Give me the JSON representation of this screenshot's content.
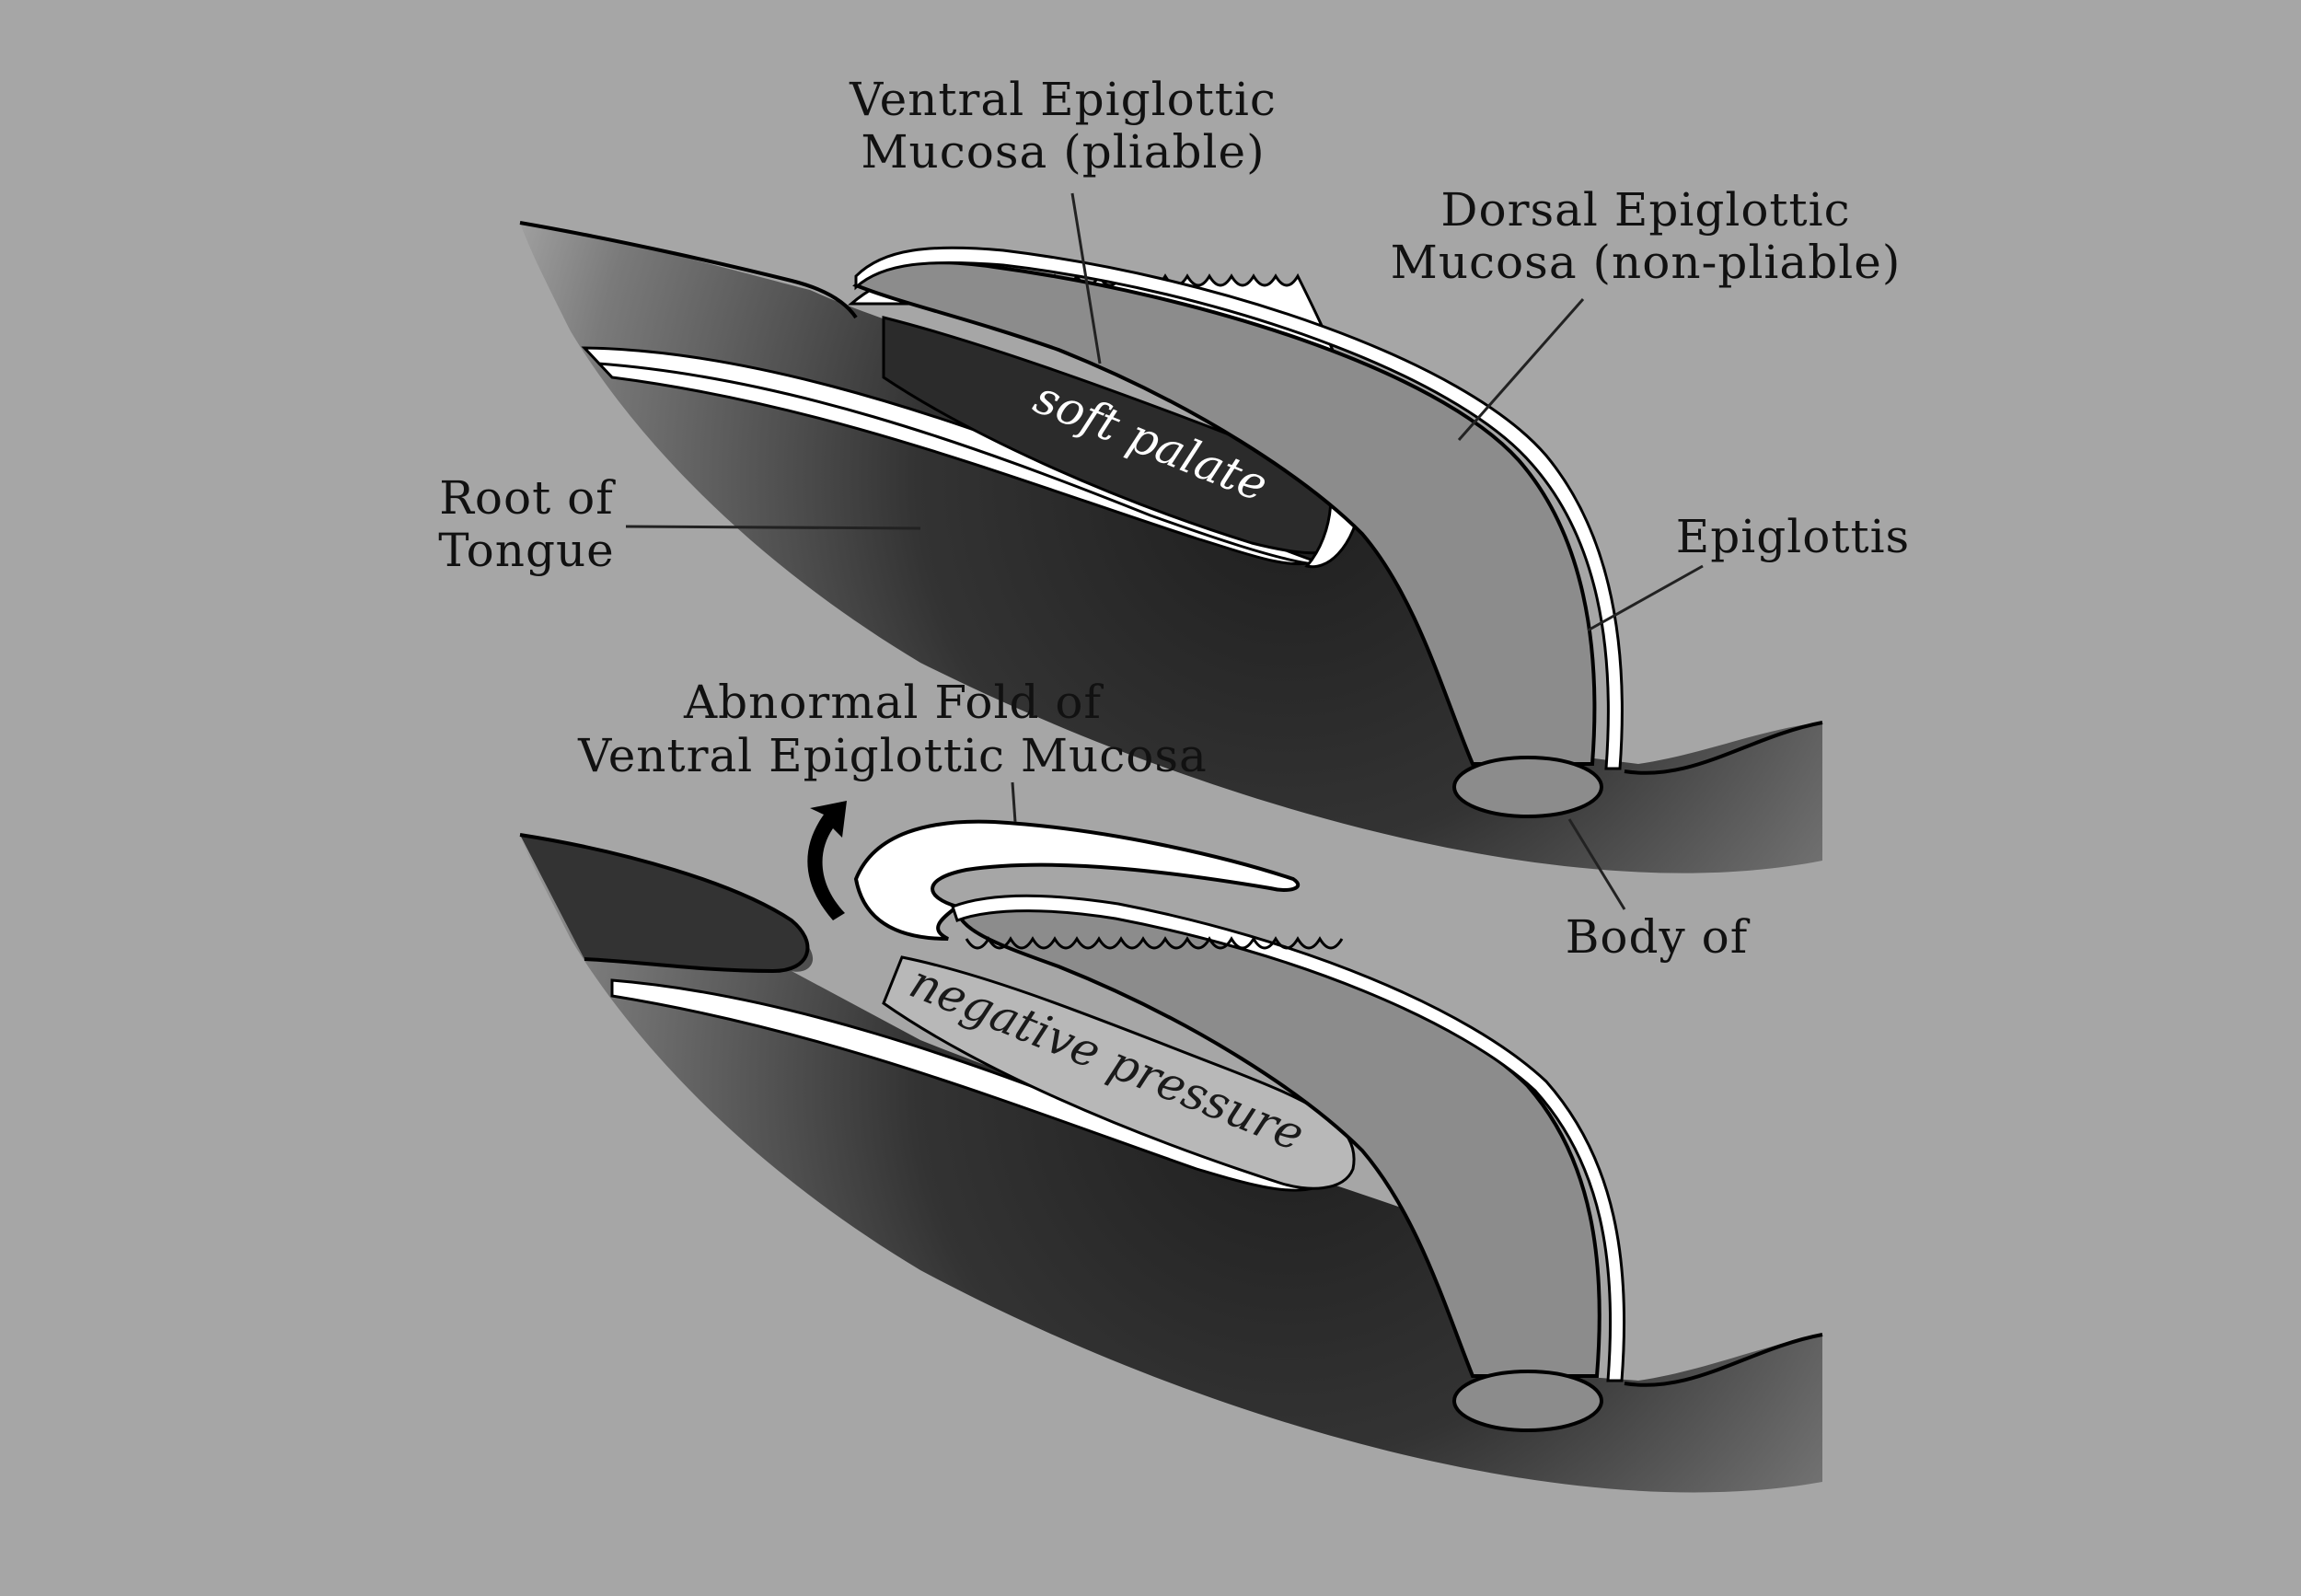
{
  "labels": {
    "ventral_line1": "Ventral Epiglottic",
    "ventral_line2": "Mucosa (pliable)",
    "dorsal_line1": "Dorsal Epiglottic",
    "dorsal_line2": "Mucosa (non-pliable)",
    "root_line1": "Root of",
    "root_line2": "Tongue",
    "epiglottis": "Epiglottis",
    "abnormal_line1": "Abnormal Fold of",
    "abnormal_line2": "Ventral Epiglottic Mucosa",
    "body_of": "Body of",
    "soft_palate": "soft palate",
    "negative_pressure": "negative pressure"
  }
}
